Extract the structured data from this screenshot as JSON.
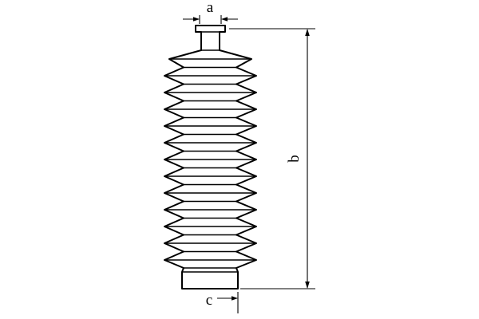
{
  "diagram": {
    "type": "technical-part-drawing",
    "subject": "steering-rack-bellows-boot",
    "ink_color": "#000000",
    "background_color": "#ffffff",
    "dimensions": {
      "top_width_label": "a",
      "height_label": "b",
      "bottom_width_label": "c"
    }
  }
}
